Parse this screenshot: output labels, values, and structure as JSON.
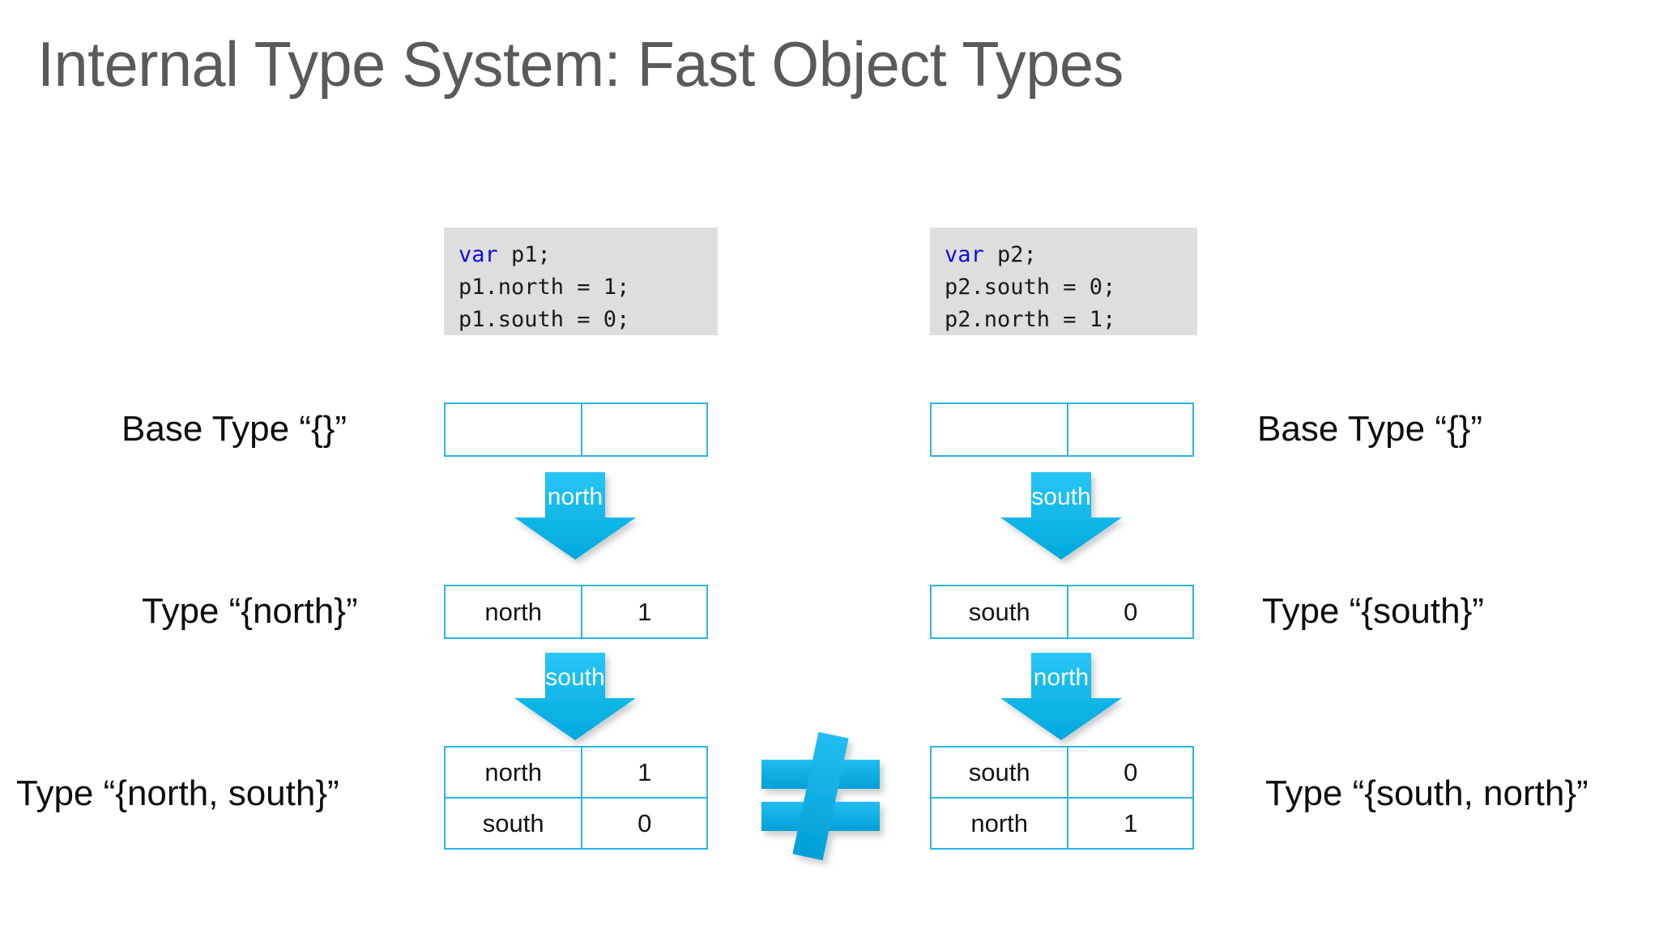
{
  "slide": {
    "title": "Internal Type System: Fast Object Types",
    "accent_color": "#2ab4ea",
    "arrow_color_top": "#27c6f5",
    "arrow_color_bottom": "#00a9dd",
    "title_color": "#5a5a5a",
    "code_bg": "#dedede",
    "keyword_color": "#0e0ed2"
  },
  "code_left": {
    "keyword": "var",
    "line1_rest": " p1;",
    "line2": "p1.north = 1;",
    "line3": "p1.south = 0;"
  },
  "code_right": {
    "keyword": "var",
    "line1_rest": " p2;",
    "line2": "p2.south = 0;",
    "line3": "p2.north = 1;"
  },
  "left_column": {
    "labels": {
      "base": "Base Type “{}”",
      "one": "Type “{north}”",
      "two": "Type “{north, south}”"
    },
    "tables": {
      "base": {
        "rows": [
          {
            "key": "",
            "value": ""
          }
        ]
      },
      "one": {
        "rows": [
          {
            "key": "north",
            "value": "1"
          }
        ]
      },
      "two": {
        "rows": [
          {
            "key": "north",
            "value": "1"
          },
          {
            "key": "south",
            "value": "0"
          }
        ]
      }
    },
    "arrows": [
      "north",
      "south"
    ]
  },
  "right_column": {
    "labels": {
      "base": "Base Type “{}”",
      "one": "Type “{south}”",
      "two": "Type “{south, north}”"
    },
    "tables": {
      "base": {
        "rows": [
          {
            "key": "",
            "value": ""
          }
        ]
      },
      "one": {
        "rows": [
          {
            "key": "south",
            "value": "0"
          }
        ]
      },
      "two": {
        "rows": [
          {
            "key": "south",
            "value": "0"
          },
          {
            "key": "north",
            "value": "1"
          }
        ]
      }
    },
    "arrows": [
      "south",
      "north"
    ]
  },
  "comparison": {
    "symbol_name": "not-equal-sign",
    "symbol": "≠"
  }
}
